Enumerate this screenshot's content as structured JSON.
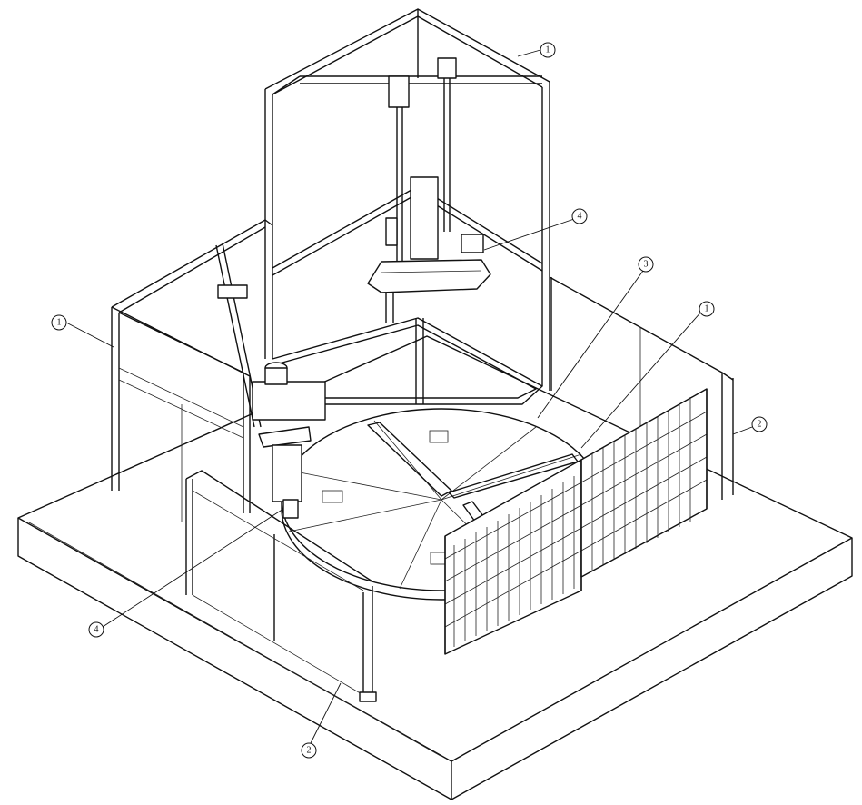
{
  "callouts": [
    {
      "id": "frame-top",
      "label": "1"
    },
    {
      "id": "frame-left",
      "label": "1"
    },
    {
      "id": "frame-right",
      "label": "1"
    },
    {
      "id": "guard-right",
      "label": "2"
    },
    {
      "id": "guard-front",
      "label": "2"
    },
    {
      "id": "turntable",
      "label": "3"
    },
    {
      "id": "robot-top",
      "label": "4"
    },
    {
      "id": "robot-left",
      "label": "4"
    }
  ]
}
